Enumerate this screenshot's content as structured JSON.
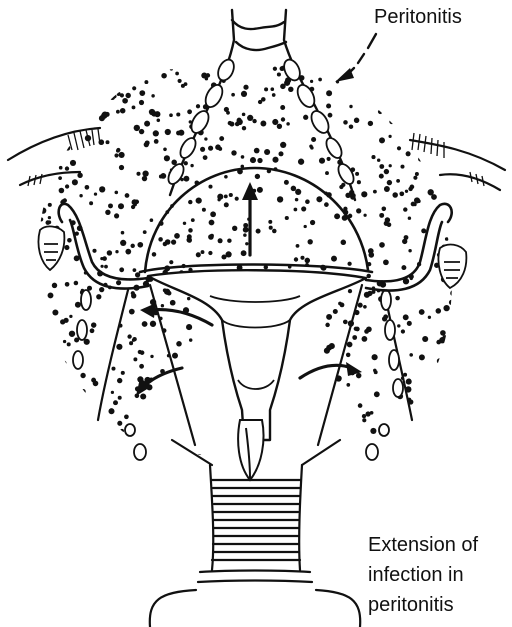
{
  "labels": {
    "peritonitis": "Peritonitis",
    "caption_lines": [
      "Extension of",
      "infection in",
      "peritonitis"
    ]
  },
  "colors": {
    "ink": "#111111",
    "background": "#ffffff"
  }
}
